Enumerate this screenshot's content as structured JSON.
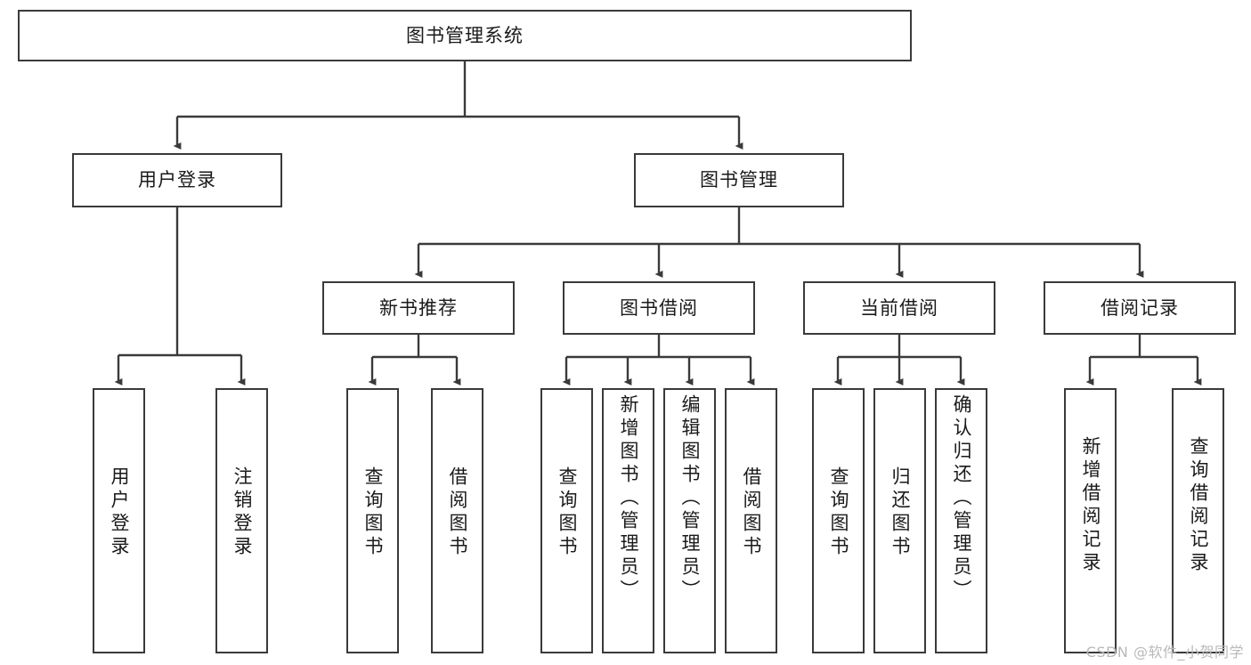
{
  "diagram": {
    "title": "图书管理系统",
    "type": "tree-hierarchy-chart",
    "colors": {
      "box_border": "#3a3a3a",
      "box_fill": "#ffffff",
      "edge": "#3a3a3a",
      "text": "#1a1a1a",
      "watermark": "#b9b9b9"
    },
    "root": {
      "label": "图书管理系统"
    },
    "level1": [
      {
        "label": "用户登录"
      },
      {
        "label": "图书管理"
      }
    ],
    "level2": [
      {
        "label": "新书推荐"
      },
      {
        "label": "图书借阅"
      },
      {
        "label": "当前借阅"
      },
      {
        "label": "借阅记录"
      }
    ],
    "leaves": {
      "user_login": [
        {
          "label": "用户登录"
        },
        {
          "label": "注销登录"
        }
      ],
      "new_book_recommend": [
        {
          "label": "查询图书"
        },
        {
          "label": "借阅图书"
        }
      ],
      "book_borrow": [
        {
          "label": "查询图书"
        },
        {
          "label": "新增图书（管理员）"
        },
        {
          "label": "编辑图书（管理员）"
        },
        {
          "label": "借阅图书"
        }
      ],
      "current_borrow": [
        {
          "label": "查询图书"
        },
        {
          "label": "归还图书"
        },
        {
          "label": "确认归还（管理员）"
        }
      ],
      "borrow_records": [
        {
          "label": "新增借阅记录"
        },
        {
          "label": "查询借阅记录"
        }
      ]
    },
    "watermark": "CSDN @软件_小贺同学"
  }
}
